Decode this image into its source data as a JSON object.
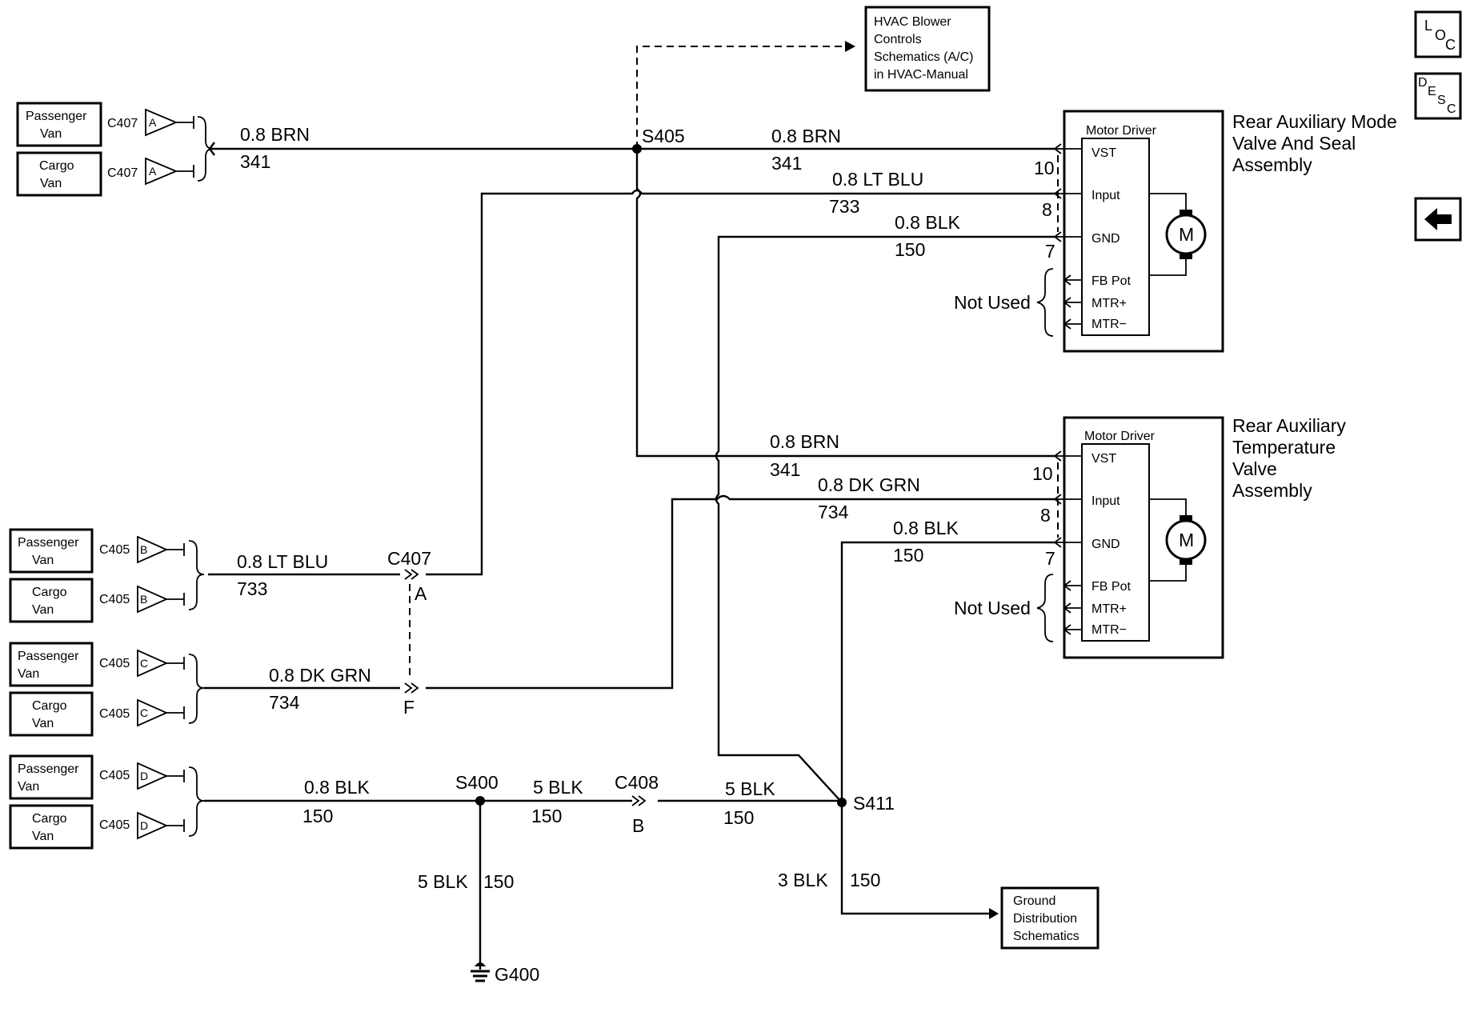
{
  "nav_buttons": {
    "loc_icon": "LOC",
    "desc_icon": "DESC",
    "back_icon": "back-arrow-icon"
  },
  "refs": {
    "hvac": [
      "HVAC Blower",
      "Controls",
      "Schematics (A/C)",
      "in HVAC-Manual"
    ],
    "ground": [
      "Ground",
      "Distribution",
      "Schematics"
    ]
  },
  "variants": {
    "passenger": [
      "Passenger",
      "Van"
    ],
    "cargo": [
      "Cargo",
      "Van"
    ]
  },
  "connectors": {
    "c407": "C407",
    "c405": "C405",
    "c408": "C408",
    "pin_a": "A",
    "pin_b": "B",
    "pin_c": "C",
    "pin_d": "D",
    "pin_f": "F"
  },
  "splices": {
    "s405": "S405",
    "s400": "S400",
    "s411": "S411",
    "g400": "G400"
  },
  "wires": {
    "brn_top_left": {
      "label": "0.8 BRN",
      "circuit": "341"
    },
    "brn_top_right": {
      "label": "0.8 BRN",
      "circuit": "341"
    },
    "ltblu_top": {
      "label": "0.8 LT BLU",
      "circuit": "733"
    },
    "blk_top": {
      "label": "0.8 BLK",
      "circuit": "150"
    },
    "brn_mid": {
      "label": "0.8 BRN",
      "circuit": "341"
    },
    "dkgrn_mid": {
      "label": "0.8 DK GRN",
      "circuit": "734"
    },
    "blk_mid": {
      "label": "0.8 BLK",
      "circuit": "150"
    },
    "ltblu_left": {
      "label": "0.8 LT BLU",
      "circuit": "733"
    },
    "dkgrn_left": {
      "label": "0.8 DK GRN",
      "circuit": "734"
    },
    "blk_left": {
      "label": "0.8 BLK",
      "circuit": "150"
    },
    "blk5_a": {
      "label": "5 BLK",
      "circuit": "150"
    },
    "blk5_b": {
      "label": "5 BLK",
      "circuit": "150"
    },
    "blk5_down": {
      "label": "5 BLK",
      "circuit": "150"
    },
    "blk3_down": {
      "label": "3 BLK",
      "circuit": "150"
    }
  },
  "pins": {
    "p10": "10",
    "p8": "8",
    "p7": "7"
  },
  "modules": {
    "mode_valve": {
      "title": [
        "Rear Auxiliary Mode",
        "Valve And Seal",
        "Assembly"
      ],
      "driver": "Motor Driver",
      "terminals": [
        "VST",
        "Input",
        "GND",
        "FB Pot",
        "MTR+",
        "MTR−"
      ],
      "motor": "M",
      "not_used": "Not Used"
    },
    "temp_valve": {
      "title": [
        "Rear Auxiliary",
        "Temperature",
        "Valve",
        "Assembly"
      ],
      "driver": "Motor Driver",
      "terminals": [
        "VST",
        "Input",
        "GND",
        "FB Pot",
        "MTR+",
        "MTR−"
      ],
      "motor": "M",
      "not_used": "Not Used"
    }
  }
}
